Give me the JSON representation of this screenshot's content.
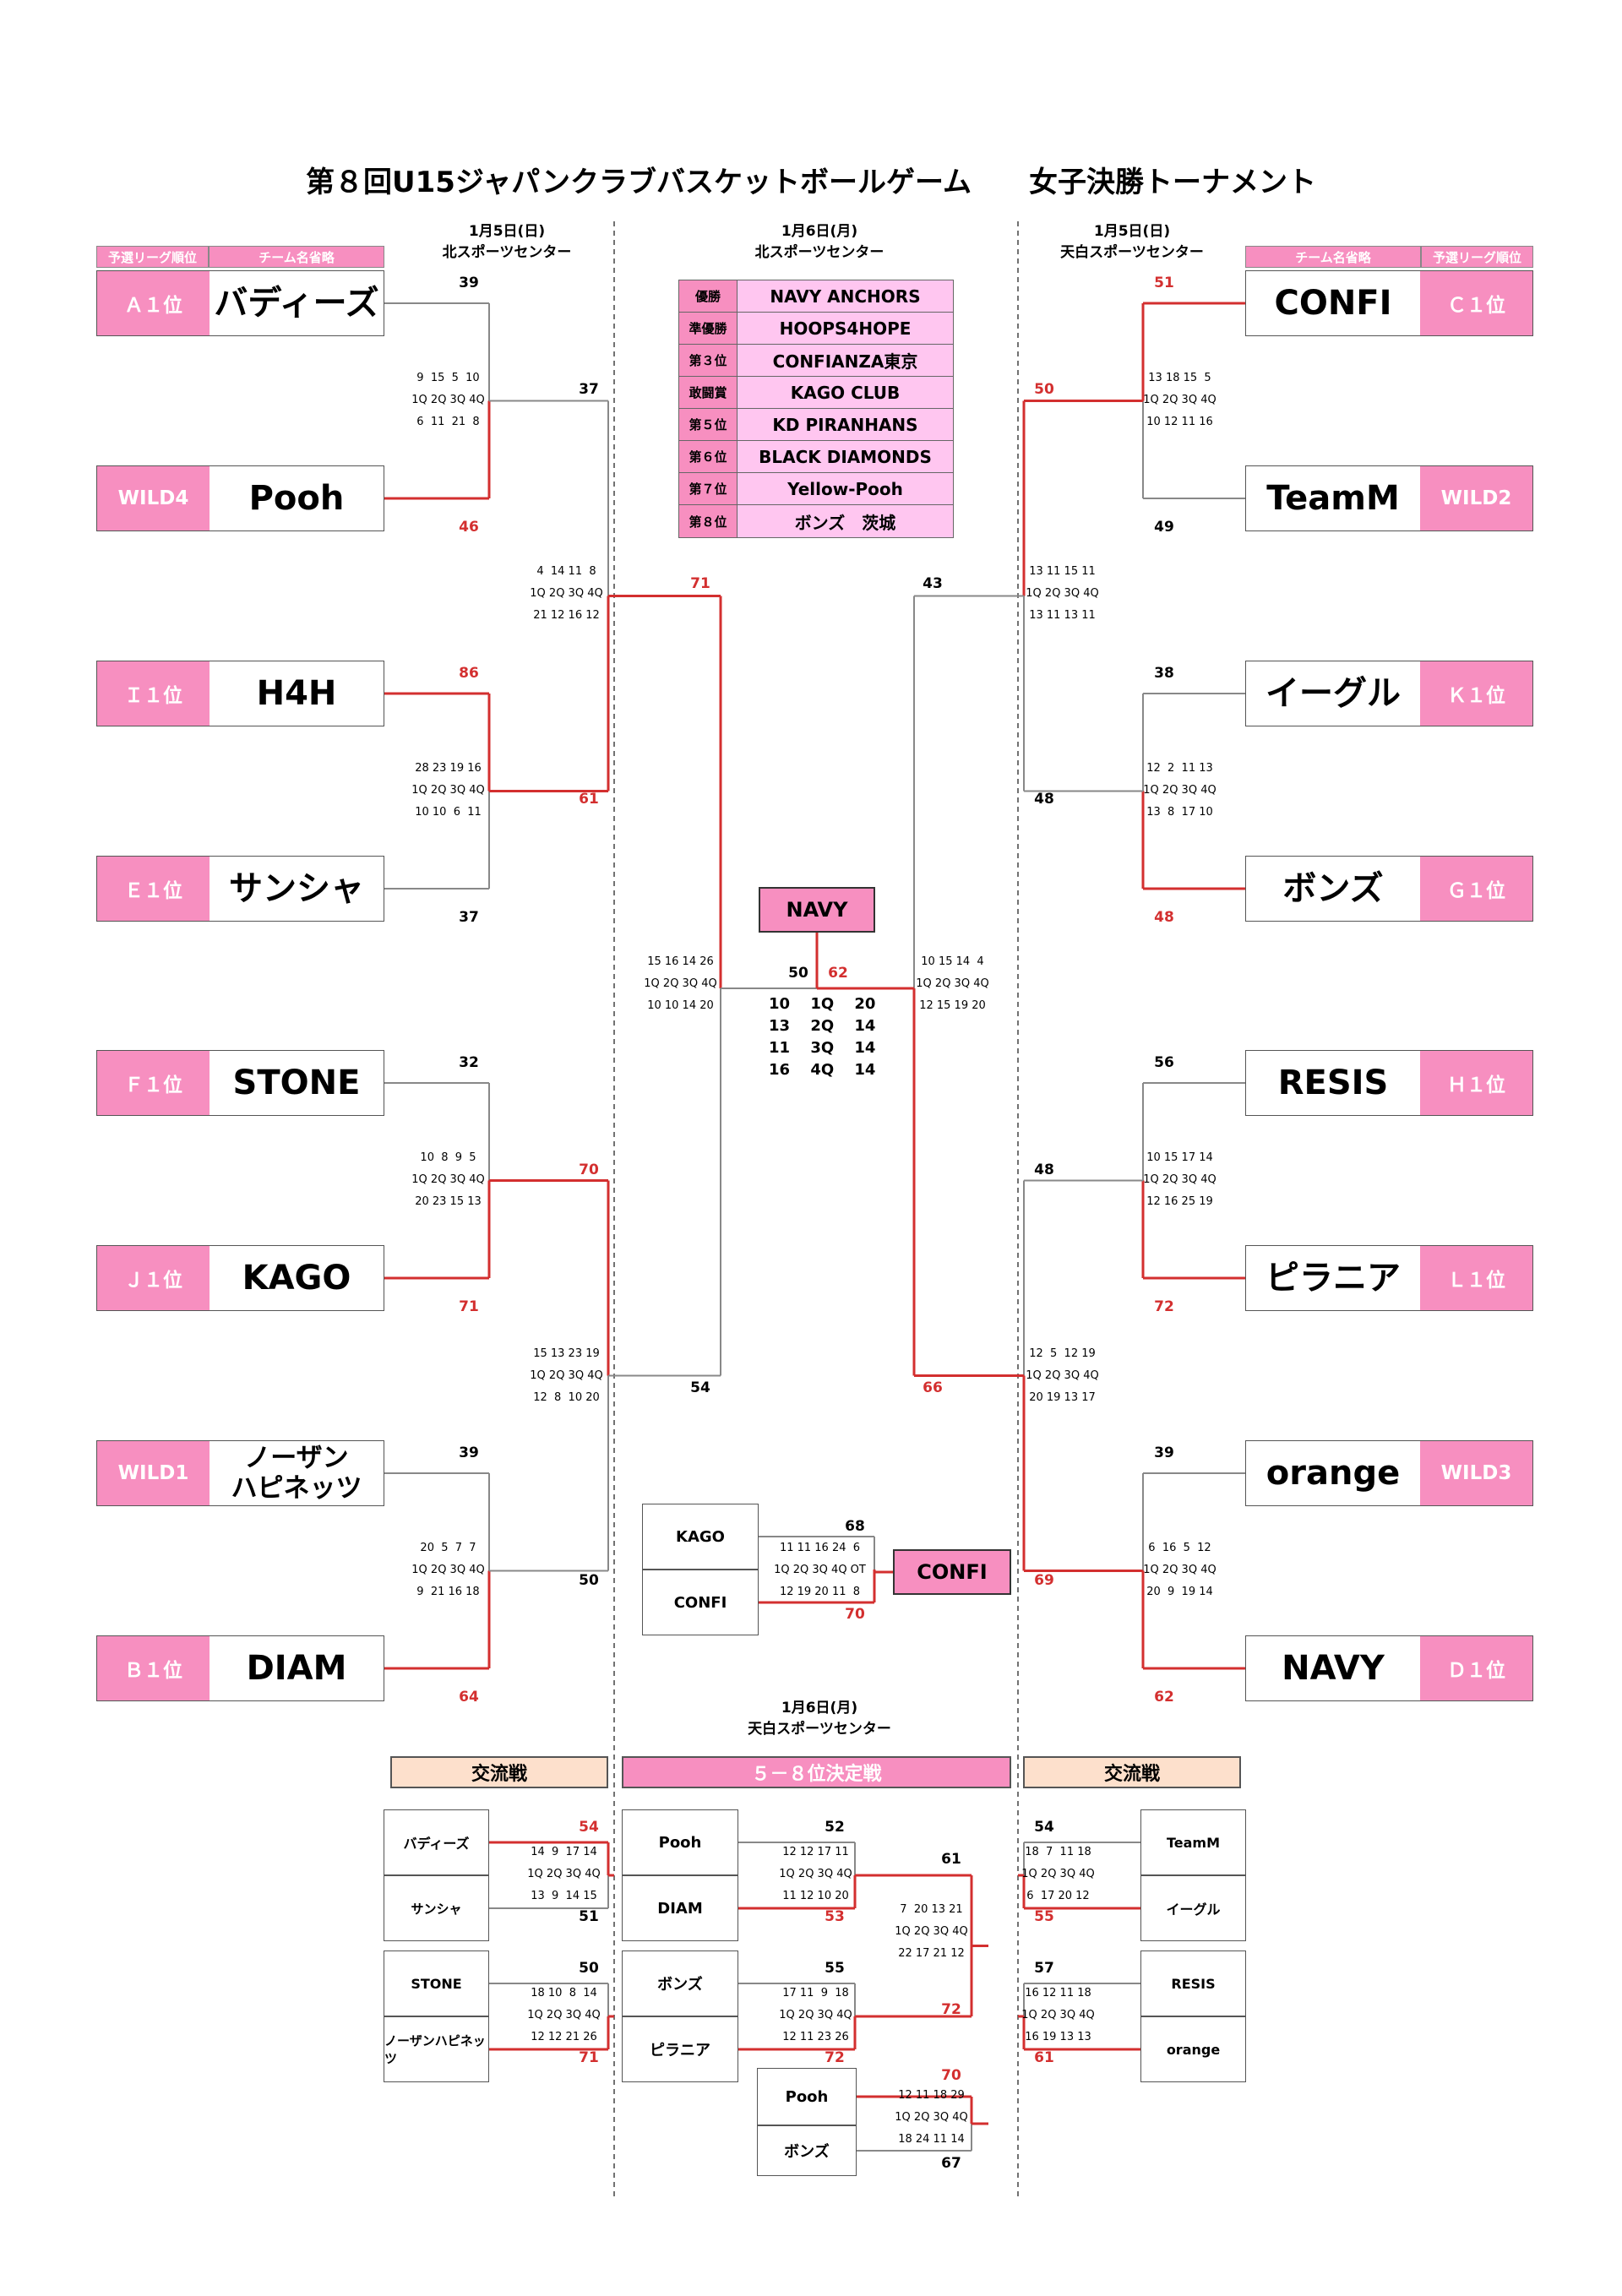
{
  "title": "第８回U15ジャパンクラブバスケットボールゲーム　　女子決勝トーナメント",
  "dates": {
    "left": "1月5日(日)\n北スポーツセンター",
    "center": "1月6日(月)\n北スポーツセンター",
    "right": "1月5日(日)\n天白スポーツセンター",
    "bottom": "1月6日(月)\n天白スポーツセンター"
  },
  "column_headers": {
    "seed": "予選リーグ順位",
    "team": "チーム名省略"
  },
  "left_teams": [
    {
      "seed": "Ａ１位",
      "name": "バディーズ"
    },
    {
      "seed": "WILD4",
      "name": "Pooh"
    },
    {
      "seed": "Ｉ１位",
      "name": "H4H"
    },
    {
      "seed": "Ｅ１位",
      "name": "サンシャ"
    },
    {
      "seed": "Ｆ１位",
      "name": "STONE"
    },
    {
      "seed": "Ｊ１位",
      "name": "KAGO"
    },
    {
      "seed": "WILD1",
      "name": "ノーザン\nハピネッツ"
    },
    {
      "seed": "Ｂ１位",
      "name": "DIAM"
    }
  ],
  "right_teams": [
    {
      "seed": "Ｃ１位",
      "name": "CONFI"
    },
    {
      "seed": "WILD2",
      "name": "TeamM"
    },
    {
      "seed": "Ｋ１位",
      "name": "イーグル"
    },
    {
      "seed": "Ｇ１位",
      "name": "ボンズ"
    },
    {
      "seed": "Ｈ１位",
      "name": "RESIS"
    },
    {
      "seed": "Ｌ１位",
      "name": "ピラニア"
    },
    {
      "seed": "WILD3",
      "name": "orange"
    },
    {
      "seed": "Ｄ１位",
      "name": "NAVY"
    }
  ],
  "rankings": [
    {
      "rank": "優勝",
      "team": "NAVY ANCHORS"
    },
    {
      "rank": "準優勝",
      "team": "HOOPS4HOPE"
    },
    {
      "rank": "第３位",
      "team": "CONFIANZA東京"
    },
    {
      "rank": "敢闘賞",
      "team": "KAGO CLUB"
    },
    {
      "rank": "第５位",
      "team": "KD PIRANHANS"
    },
    {
      "rank": "第６位",
      "team": "BLACK DIAMONDS"
    },
    {
      "rank": "第７位",
      "team": "Yellow-Pooh"
    },
    {
      "rank": "第８位",
      "team": "ボンズ　茨城"
    }
  ],
  "champion": "NAVY",
  "third_place": {
    "teams": [
      "KAGO",
      "CONFI"
    ],
    "winner": "CONFI",
    "score_top": "68",
    "score_bottom": "70",
    "quarters": "11 11 16 24  6\n1Q 2Q 3Q 4Q OT\n12 19 20 11  8"
  },
  "final_scores": {
    "left": "50",
    "right": "62",
    "quarters": "10　 1Q　 20\n13　 2Q　 14\n11　 3Q　 14\n16　 4Q　 14"
  },
  "sections": {
    "left_exchange": "交流戦",
    "placement": "５－８位決定戦",
    "right_exchange": "交流戦"
  },
  "scores": {
    "l_r1_g1": [
      "39",
      "46"
    ],
    "l_r1_g1_q": "9  15  5  10\n1Q 2Q 3Q 4Q\n6  11  21  8",
    "l_r1_g2": [
      "86",
      "37"
    ],
    "l_r1_g2_q": "28 23 19 16\n1Q 2Q 3Q 4Q\n10 10  6  11",
    "l_r1_g3": [
      "32",
      "71"
    ],
    "l_r1_g3_q": "10  8  9  5\n1Q 2Q 3Q 4Q\n20 23 15 13",
    "l_r1_g4": [
      "39",
      "64"
    ],
    "l_r1_g4_q": "20  5  7  7\n1Q 2Q 3Q 4Q\n9  21 16 18",
    "l_r2_g1": [
      "37",
      "61"
    ],
    "l_r2_g1_q": "4  14 11  8\n1Q 2Q 3Q 4Q\n21 12 16 12",
    "l_r2_g2": [
      "70",
      "50"
    ],
    "l_r2_g2_q": "15 13 23 19\n1Q 2Q 3Q 4Q\n12  8  10 20",
    "l_sf": [
      "71",
      "54"
    ],
    "l_sf_q": "15 16 14 26\n1Q 2Q 3Q 4Q\n10 10 14 20",
    "r_r1_g1": [
      "51",
      "49"
    ],
    "r_r1_g1_q": "13 18 15  5\n1Q 2Q 3Q 4Q\n10 12 11 16",
    "r_r1_g2": [
      "38",
      "48"
    ],
    "r_r1_g2_q": "12  2  11 13\n1Q 2Q 3Q 4Q\n13  8  17 10",
    "r_r1_g3": [
      "56",
      "72"
    ],
    "r_r1_g3_q": "10 15 17 14\n1Q 2Q 3Q 4Q\n12 16 25 19",
    "r_r1_g4": [
      "39",
      "62"
    ],
    "r_r1_g4_q": "6  16  5  12\n1Q 2Q 3Q 4Q\n20  9  19 14",
    "r_r2_g1": [
      "50",
      "48"
    ],
    "r_r2_g1_q": "13 11 15 11\n1Q 2Q 3Q 4Q\n13 11 13 11",
    "r_r2_g2": [
      "48",
      "69"
    ],
    "r_r2_g2_q": "12  5  12 19\n1Q 2Q 3Q 4Q\n20 19 13 17",
    "r_sf": [
      "43",
      "66"
    ],
    "r_sf_q": "10 15 14  4\n1Q 2Q 3Q 4Q\n12 15 19 20"
  },
  "left_exchange_games": [
    {
      "teams": [
        "バディーズ",
        "サンシャ"
      ],
      "scores": [
        "54",
        "51"
      ],
      "quarters": "14  9  17 14\n1Q 2Q 3Q 4Q\n13  9  14 15"
    },
    {
      "teams": [
        "STONE",
        "ノーザンハピネッツ"
      ],
      "scores": [
        "50",
        "71"
      ],
      "quarters": "18 10  8  14\n1Q 2Q 3Q 4Q\n12 12 21 26"
    }
  ],
  "right_exchange_games": [
    {
      "teams": [
        "TeamM",
        "イーグル"
      ],
      "scores": [
        "54",
        "55"
      ],
      "quarters": "18  7  11 18\n1Q 2Q 3Q 4Q\n6  17 20 12"
    },
    {
      "teams": [
        "RESIS",
        "orange"
      ],
      "scores": [
        "57",
        "61"
      ],
      "quarters": "16 12 11 18\n1Q 2Q 3Q 4Q\n16 19 13 13"
    }
  ],
  "placement_games": [
    {
      "teams": [
        "Pooh",
        "DIAM"
      ],
      "scores": [
        "52",
        "53"
      ],
      "quarters": "12 12 17 11\n1Q 2Q 3Q 4Q\n11 12 10 20"
    },
    {
      "teams": [
        "ボンズ",
        "ピラニア"
      ],
      "scores": [
        "55",
        "72"
      ],
      "quarters": "17 11  9  18\n1Q 2Q 3Q 4Q\n12 11 23 26"
    },
    {
      "teams": [
        "Pooh",
        "ボンズ"
      ],
      "scores": [
        "70",
        "67"
      ],
      "quarters": "12 11 18 29\n1Q 2Q 3Q 4Q\n18 24 11 14"
    }
  ],
  "placement_final": {
    "scores": [
      "61",
      "72"
    ],
    "quarters": "7  20 13 21\n1Q 2Q 3Q 4Q\n22 17 21 12"
  }
}
